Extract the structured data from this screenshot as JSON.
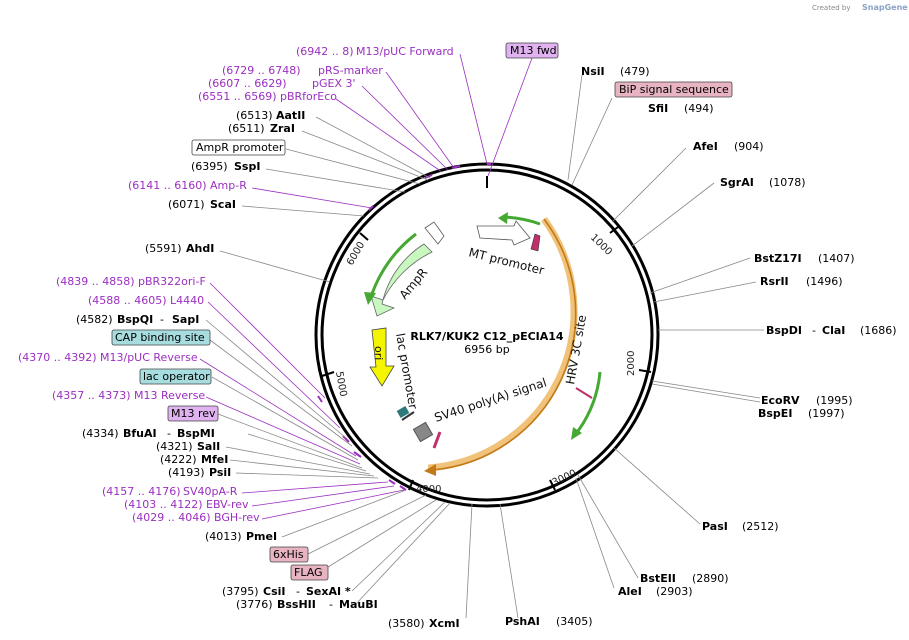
{
  "header": {
    "created_by": "Created by",
    "brand": "SnapGene"
  },
  "plasmid": {
    "name": "RLK7/KUK2 C12_pECIA14",
    "size": "6956 bp"
  },
  "ticks": [
    "1000",
    "2000",
    "3000",
    "4000",
    "5000",
    "6000"
  ],
  "features": {
    "mt_promoter": "MT promoter",
    "hrv": "HRV 3C site",
    "sv40": "SV40 poly(A) signal",
    "lac": "lac promoter",
    "ori": "ori",
    "ampr": "AmpR"
  },
  "right_sites": [
    {
      "name": "NsiI",
      "pos": "(479)"
    },
    {
      "name": "SfiI",
      "pos": "(494)"
    },
    {
      "name": "AfeI",
      "pos": "(904)"
    },
    {
      "name": "SgrAI",
      "pos": "(1078)"
    },
    {
      "name": "BstZ17I",
      "pos": "(1407)"
    },
    {
      "name": "RsrII",
      "pos": "(1496)"
    },
    {
      "name": "BspDI",
      "pos": "(1686)",
      "extra": "ClaI"
    },
    {
      "name": "EcoRV",
      "pos": "(1995)"
    },
    {
      "name": "BspEI",
      "pos": "(1997)"
    },
    {
      "name": "PasI",
      "pos": "(2512)"
    },
    {
      "name": "BstEII",
      "pos": "(2890)"
    },
    {
      "name": "AleI",
      "pos": "(2903)"
    },
    {
      "name": "PshAI",
      "pos": "(3405)"
    }
  ],
  "right_boxes": {
    "m13fwd": "M13 fwd",
    "bip": "BiP signal sequence"
  },
  "left_items": {
    "m13puc_fwd": {
      "range": "(6942 .. 8)",
      "name": "M13/pUC Forward"
    },
    "prs": {
      "range": "(6729 .. 6748)",
      "name": "pRS-marker"
    },
    "pgex": {
      "range": "(6607 .. 6629)",
      "name": "pGEX 3'"
    },
    "pbr_eco": {
      "range": "(6551 .. 6569)",
      "name": "pBRforEco"
    },
    "aatii": {
      "pos": "(6513)",
      "name": "AatII"
    },
    "zrai": {
      "pos": "(6511)",
      "name": "ZraI"
    },
    "ampr_promoter": "AmpR promoter",
    "sspi": {
      "pos": "(6395)",
      "name": "SspI"
    },
    "amp_r": {
      "range": "(6141 .. 6160)",
      "name": "Amp-R"
    },
    "scai": {
      "pos": "(6071)",
      "name": "ScaI"
    },
    "ahdi": {
      "pos": "(5591)",
      "name": "AhdI"
    },
    "pbr322ori": {
      "range": "(4839 .. 4858)",
      "name": "pBR322ori-F"
    },
    "l4440": {
      "range": "(4588 .. 4605)",
      "name": "L4440"
    },
    "bspqi": {
      "pos": "(4582)",
      "name": "BspQI",
      "extra": "SapI"
    },
    "cap": "CAP binding site",
    "m13puc_rev": {
      "range": "(4370 .. 4392)",
      "name": "M13/pUC Reverse"
    },
    "lac_op": "lac operator",
    "m13_reverse": {
      "range": "(4357 .. 4373)",
      "name": "M13 Reverse"
    },
    "m13rev": "M13 rev",
    "bfuai": {
      "pos": "(4334)",
      "name": "BfuAI",
      "extra": "BspMI"
    },
    "sali": {
      "pos": "(4321)",
      "name": "SalI"
    },
    "mfei": {
      "pos": "(4222)",
      "name": "MfeI"
    },
    "psii": {
      "pos": "(4193)",
      "name": "PsiI"
    },
    "sv40pa": {
      "range": "(4157 .. 4176)",
      "name": "SV40pA-R"
    },
    "ebv": {
      "range": "(4103 .. 4122)",
      "name": "EBV-rev"
    },
    "bgh": {
      "range": "(4029 .. 4046)",
      "name": "BGH-rev"
    },
    "pmei": {
      "pos": "(4013)",
      "name": "PmeI"
    },
    "his": "6xHis",
    "flag": "FLAG",
    "csii": {
      "pos": "(3795)",
      "name": "CsiI",
      "extra": "SexAI *"
    },
    "bsshii": {
      "pos": "(3776)",
      "name": "BssHII",
      "extra": "MauBI"
    },
    "xcmi": {
      "pos": "(3580)",
      "name": "XcmI"
    }
  },
  "colors": {
    "primer": "#9b2fc0",
    "cds_green": "#44a832",
    "cds_orange": "#f0c27a",
    "ori_yellow": "#f5f500",
    "ampr_fill": "#c9f7c0",
    "primer_box": "#e0b3f0",
    "feature_pink": "#e8b4c2",
    "feature_cyan": "#a8dde0"
  }
}
